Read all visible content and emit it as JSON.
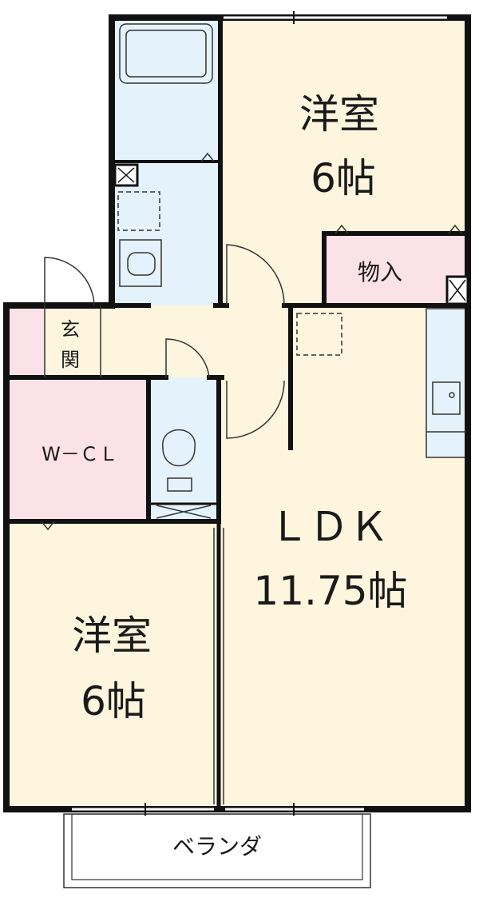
{
  "rooms": {
    "western_room_north": {
      "name": "洋室",
      "size": "6帖"
    },
    "storage": {
      "name": "物入"
    },
    "entrance": {
      "name_line1": "玄",
      "name_line2": "関"
    },
    "walk_in_closet": {
      "name": "W－ＣＬ"
    },
    "ldk": {
      "name": "ＬＤＫ",
      "size": "11.75帖"
    },
    "western_room_south": {
      "name": "洋室",
      "size": "6帖"
    },
    "veranda": {
      "name": "ベランダ"
    }
  },
  "colors": {
    "wall": "#111111",
    "bedroom_floor": "#fdf5dd",
    "ldk_floor": "#fdf5dd",
    "wet_area": "#e4f3fb",
    "closet": "#fbe1e8",
    "entrance_floor": "#fdf5dd",
    "veranda_floor": "#ffffff",
    "fixture_line": "#333333"
  }
}
